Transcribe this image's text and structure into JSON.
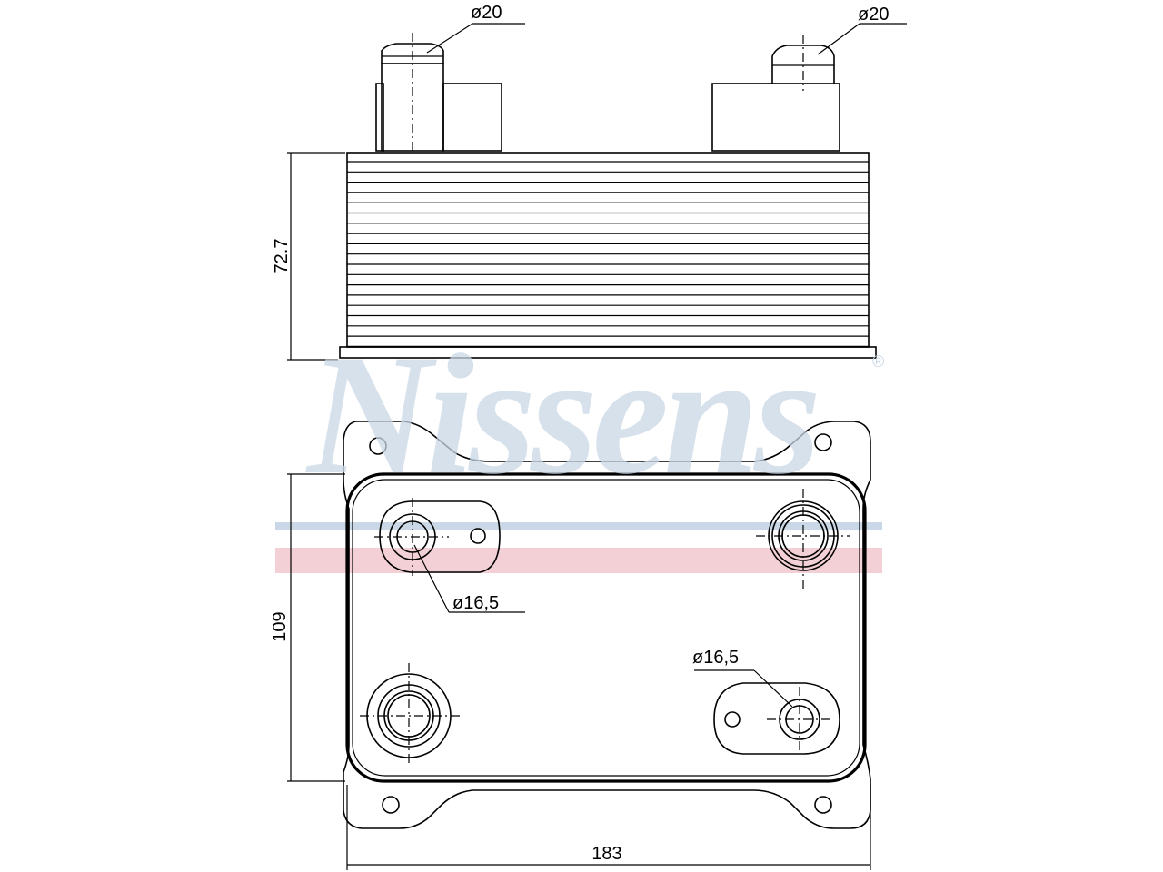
{
  "watermark": {
    "brand": "Nissens",
    "registered_mark": "®",
    "colors": {
      "blue": "#c9d7e6",
      "red": "#f3d0d6"
    }
  },
  "dimensions": {
    "top_left_port_diameter": "ø20",
    "top_right_port_diameter": "ø20",
    "height": "72.7",
    "width": "183",
    "depth": "109",
    "port_upper_left_diameter": "ø16,5",
    "port_lower_right_diameter": "ø16,5"
  }
}
